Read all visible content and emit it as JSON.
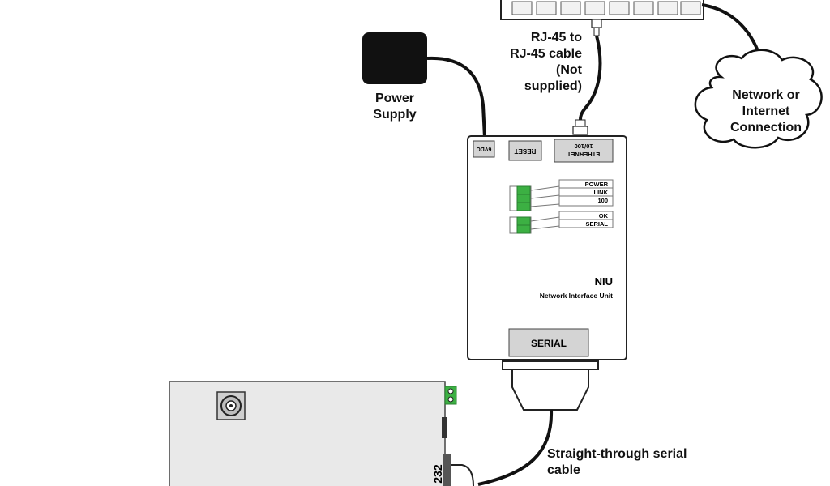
{
  "labels": {
    "rj45_line1": "RJ-45 to",
    "rj45_line2": "RJ-45 cable",
    "rj45_line3": "(Not",
    "rj45_line4": "supplied)",
    "power_line1": "Power",
    "power_line2": "Supply",
    "network_line1": "Network or",
    "network_line2": "Internet",
    "network_line3": "Connection",
    "serial_cable_line1": "Straight-through serial",
    "serial_cable_line2": "cable"
  },
  "niu": {
    "port_6vdc": "6VDC",
    "port_reset": "RESET",
    "port_ethernet_line1": "ETHERNET",
    "port_ethernet_line2": "10/100",
    "led_power": "POWER",
    "led_link": "LINK",
    "led_100": "100",
    "led_ok": "OK",
    "led_serial": "SERIAL",
    "title": "NIU",
    "subtitle": "Network Interface Unit",
    "serial_port": "SERIAL"
  },
  "device": {
    "rs232_label": "232"
  },
  "colors": {
    "led_green": "#3cb043",
    "panel_gray": "#e6e6e6",
    "port_gray": "#d4d4d4",
    "outline": "#222222"
  }
}
